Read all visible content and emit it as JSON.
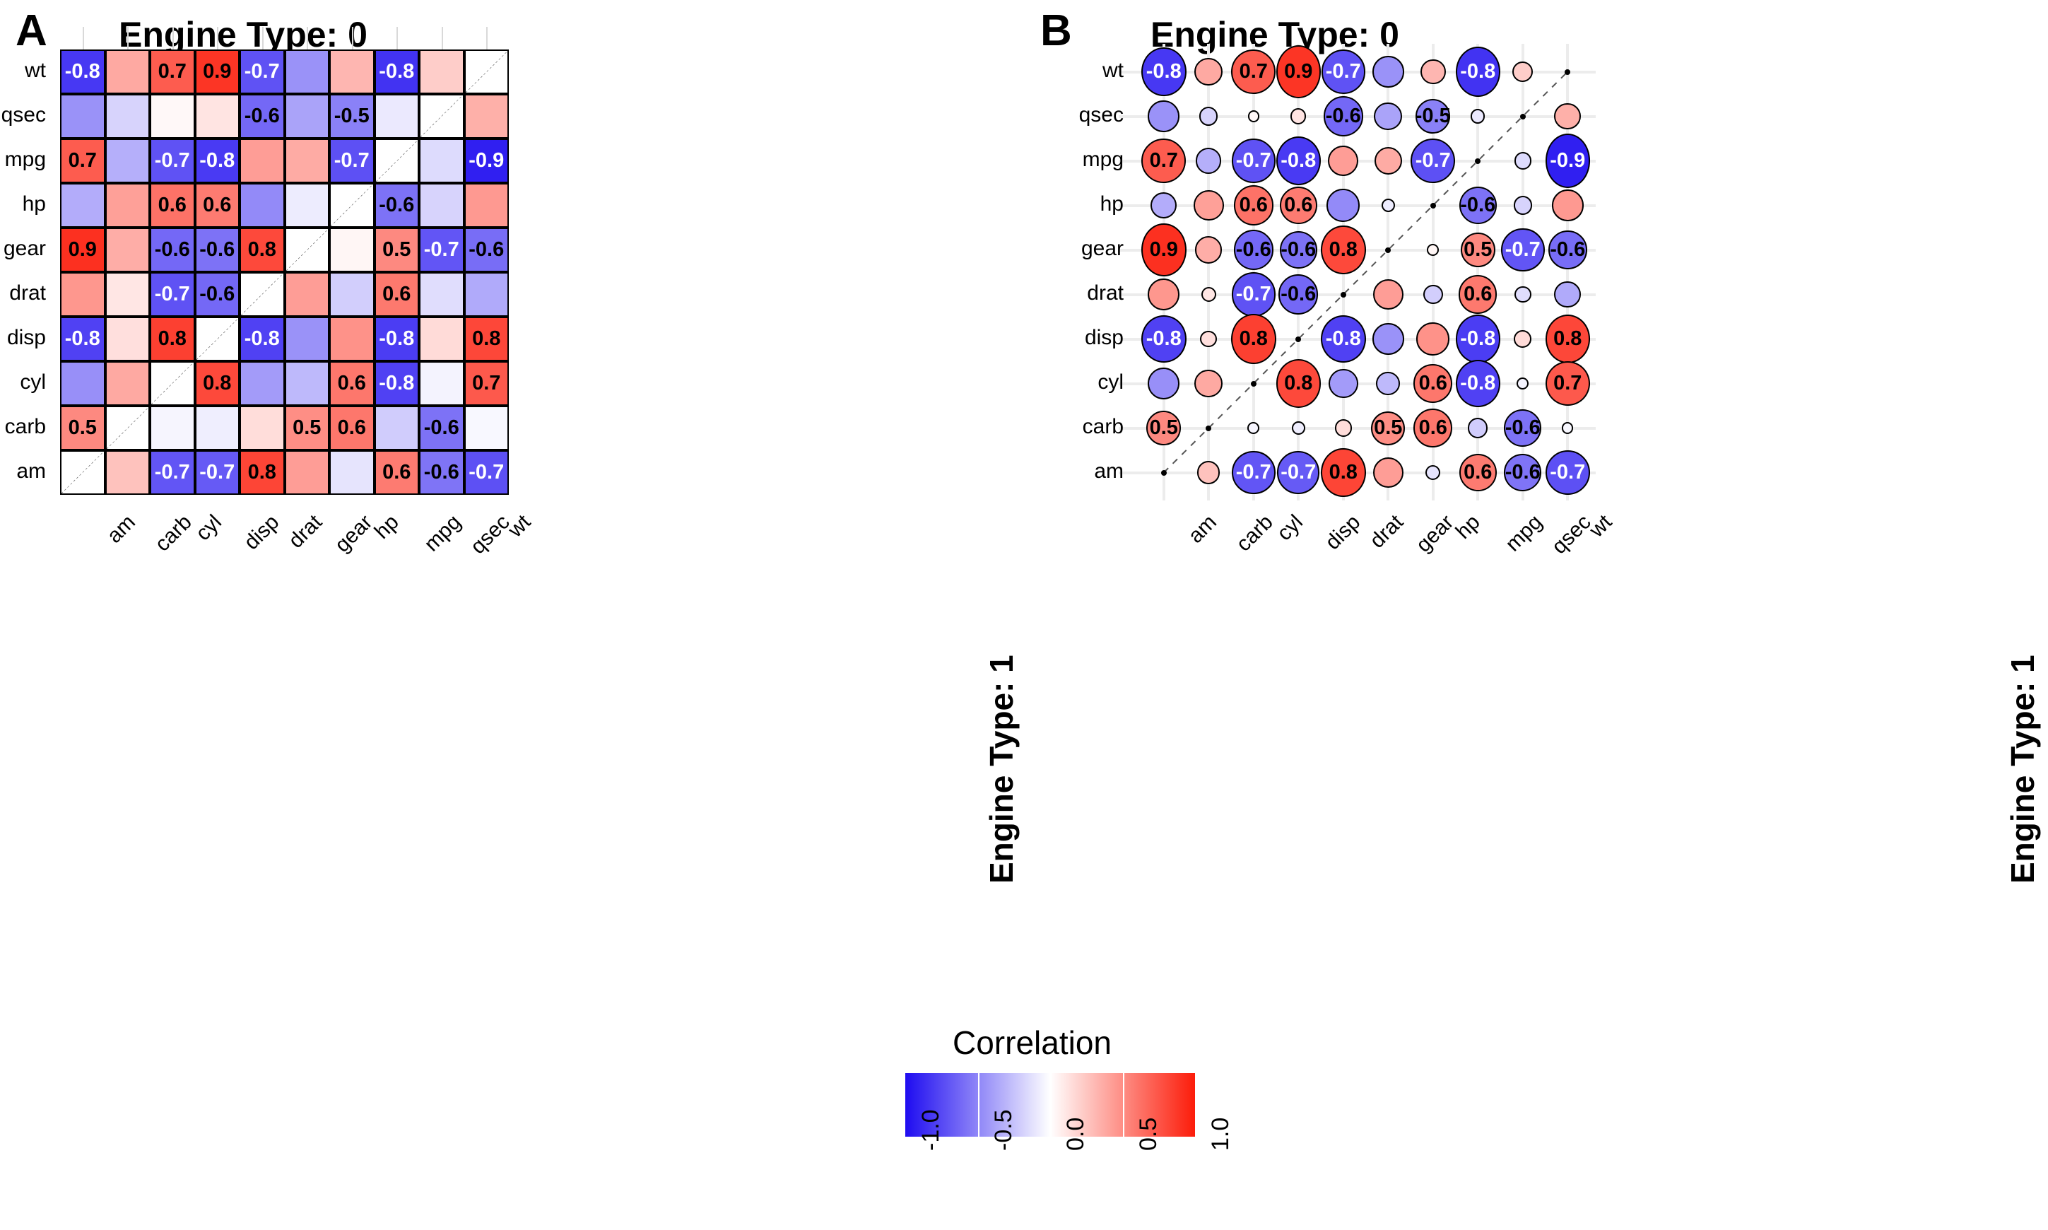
{
  "panels": [
    {
      "letter": "A",
      "title": "Engine Type: 0",
      "side_label": "Engine Type: 1",
      "render": "tile"
    },
    {
      "letter": "B",
      "title": "Engine Type: 0",
      "side_label": "Engine Type: 1",
      "render": "bubble"
    }
  ],
  "legend": {
    "title": "Correlation",
    "ticks": [
      "-1.0",
      "-0.5",
      "0.0",
      "0.5",
      "1.0"
    ],
    "low_color": "#1e0cf0",
    "mid_color": "#ffffff",
    "high_color": "#fc1c0a"
  },
  "chart_data": {
    "type": "heatmap",
    "title": "Engine Type: 0",
    "subtitle": "Engine Type: 1",
    "xlabel": "",
    "ylabel": "",
    "grid": true,
    "legend_position": "bottom",
    "colorbar_label": "Correlation",
    "zlim": [
      -1.0,
      1.0
    ],
    "label_threshold": 0.5,
    "x": [
      "am",
      "carb",
      "cyl",
      "disp",
      "drat",
      "gear",
      "hp",
      "mpg",
      "qsec",
      "wt"
    ],
    "y": [
      "wt",
      "qsec",
      "mpg",
      "hp",
      "gear",
      "drat",
      "disp",
      "cyl",
      "carb",
      "am"
    ],
    "xlabel_note": "columns left to right",
    "ylabel_note": "rows top to bottom; anti-diagonal is self-correlation",
    "values": [
      [
        -0.82,
        0.38,
        0.72,
        0.89,
        -0.71,
        -0.45,
        0.32,
        -0.84,
        0.22,
        null
      ],
      [
        -0.45,
        -0.18,
        0.03,
        0.12,
        -0.62,
        -0.38,
        -0.52,
        -0.09,
        null,
        0.35
      ],
      [
        0.72,
        -0.33,
        -0.71,
        -0.81,
        0.43,
        0.37,
        -0.72,
        null,
        -0.15,
        -0.92
      ],
      [
        -0.34,
        0.42,
        0.62,
        0.58,
        -0.48,
        -0.08,
        null,
        -0.58,
        -0.18,
        0.45
      ],
      [
        0.91,
        0.36,
        -0.62,
        -0.58,
        0.8,
        null,
        0.04,
        0.52,
        -0.7,
        -0.6
      ],
      [
        0.46,
        0.11,
        -0.71,
        -0.62,
        null,
        0.43,
        -0.2,
        0.59,
        -0.14,
        -0.35
      ],
      [
        -0.78,
        0.14,
        0.84,
        null,
        -0.78,
        -0.45,
        0.48,
        -0.8,
        0.16,
        0.81
      ],
      [
        -0.46,
        0.38,
        null,
        0.8,
        -0.41,
        -0.29,
        0.6,
        -0.78,
        -0.05,
        0.73
      ],
      [
        0.52,
        null,
        -0.04,
        -0.07,
        0.15,
        0.5,
        0.6,
        -0.21,
        -0.58,
        -0.03
      ],
      [
        null,
        0.27,
        -0.7,
        -0.68,
        0.82,
        0.43,
        -0.11,
        0.58,
        -0.57,
        -0.72
      ]
    ],
    "labels": [
      [
        "-0.8",
        "",
        "0.7",
        "0.9",
        "-0.7",
        "",
        "",
        "-0.8",
        "",
        ""
      ],
      [
        "",
        "",
        "",
        "",
        "-0.6",
        "",
        "-0.5",
        "",
        "",
        ""
      ],
      [
        "0.7",
        "",
        "-0.7",
        "-0.8",
        "",
        "",
        "-0.7",
        "",
        "",
        "-0.9"
      ],
      [
        "",
        "",
        "0.6",
        "0.6",
        "",
        "",
        "",
        "-0.6",
        "",
        ""
      ],
      [
        "0.9",
        "",
        "-0.6",
        "-0.6",
        "0.8",
        "",
        "",
        "0.5",
        "-0.7",
        "-0.6"
      ],
      [
        "",
        "",
        "-0.7",
        "-0.6",
        "",
        "",
        "",
        "0.6",
        "",
        ""
      ],
      [
        "-0.8",
        "",
        "0.8",
        "",
        "-0.8",
        "",
        "",
        "-0.8",
        "",
        "0.8"
      ],
      [
        "",
        "",
        "",
        "0.8",
        "",
        "",
        "0.6",
        "-0.8",
        "",
        "0.7"
      ],
      [
        "0.5",
        "",
        "",
        "",
        "",
        "0.5",
        "0.6",
        "",
        "-0.6",
        ""
      ],
      [
        "",
        "",
        "-0.7",
        "-0.7",
        "0.8",
        "",
        "",
        "0.6",
        "-0.6",
        "-0.7"
      ]
    ]
  }
}
